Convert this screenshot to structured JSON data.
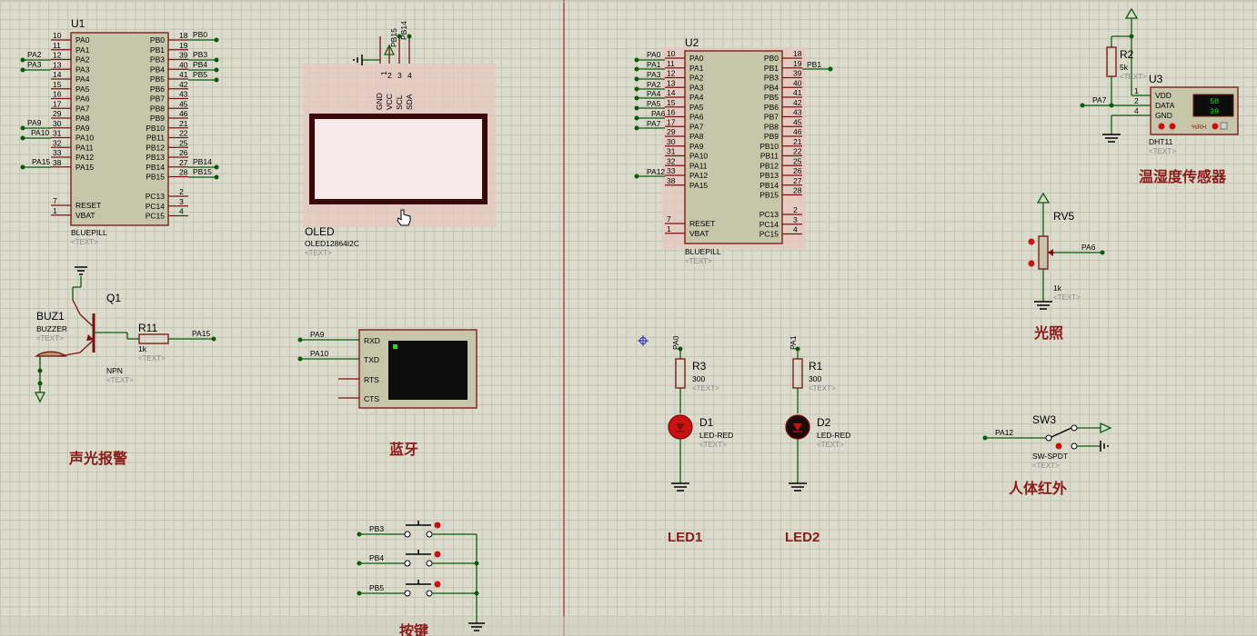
{
  "u1": {
    "ref": "U1",
    "part": "BLUEPILL",
    "text": "<TEXT>",
    "left_pins": [
      {
        "num": "10",
        "name": "PA0"
      },
      {
        "num": "11",
        "name": "PA1"
      },
      {
        "num": "12",
        "name": "PA2"
      },
      {
        "num": "13",
        "name": "PA3"
      },
      {
        "num": "14",
        "name": "PA4"
      },
      {
        "num": "15",
        "name": "PA5"
      },
      {
        "num": "16",
        "name": "PA6"
      },
      {
        "num": "17",
        "name": "PA7"
      },
      {
        "num": "29",
        "name": "PA8"
      },
      {
        "num": "30",
        "name": "PA9"
      },
      {
        "num": "31",
        "name": "PA10"
      },
      {
        "num": "32",
        "name": "PA11"
      },
      {
        "num": "33",
        "name": "PA12"
      },
      {
        "num": "38",
        "name": "PA15"
      }
    ],
    "left_bottom": [
      {
        "num": "7",
        "name": "RESET"
      },
      {
        "num": "1",
        "name": "VBAT"
      }
    ],
    "right_pins": [
      {
        "num": "18",
        "name": "PB0"
      },
      {
        "num": "19",
        "name": "PB1"
      },
      {
        "num": "39",
        "name": "PB3"
      },
      {
        "num": "40",
        "name": "PB4"
      },
      {
        "num": "41",
        "name": "PB5"
      },
      {
        "num": "42",
        "name": "PB6"
      },
      {
        "num": "43",
        "name": "PB7"
      },
      {
        "num": "45",
        "name": "PB8"
      },
      {
        "num": "46",
        "name": "PB9"
      },
      {
        "num": "21",
        "name": "PB10"
      },
      {
        "num": "22",
        "name": "PB11"
      },
      {
        "num": "25",
        "name": "PB12"
      },
      {
        "num": "26",
        "name": "PB13"
      },
      {
        "num": "27",
        "name": "PB14"
      },
      {
        "num": "28",
        "name": "PB15"
      }
    ],
    "right_bottom": [
      {
        "num": "2",
        "name": "PC13"
      },
      {
        "num": "3",
        "name": "PC14"
      },
      {
        "num": "4",
        "name": "PC15"
      }
    ],
    "nets": {
      "pb0": "PB0",
      "pa2": "PA2",
      "pa3": "PA3",
      "pb3": "PB3",
      "pb4": "PB4",
      "pb5": "PB5",
      "pa9": "PA9",
      "pa10": "PA10",
      "pa15": "PA15",
      "pb14": "PB14",
      "pb15": "PB15"
    }
  },
  "u2": {
    "ref": "U2",
    "part": "BLUEPILL",
    "text": "<TEXT>",
    "left_pins": [
      {
        "num": "10",
        "name": "PA0"
      },
      {
        "num": "11",
        "name": "PA1"
      },
      {
        "num": "12",
        "name": "PA2"
      },
      {
        "num": "13",
        "name": "PA3"
      },
      {
        "num": "14",
        "name": "PA4"
      },
      {
        "num": "15",
        "name": "PA5"
      },
      {
        "num": "16",
        "name": "PA6"
      },
      {
        "num": "17",
        "name": "PA7"
      },
      {
        "num": "29",
        "name": "PA8"
      },
      {
        "num": "30",
        "name": "PA9"
      },
      {
        "num": "31",
        "name": "PA10"
      },
      {
        "num": "32",
        "name": "PA11"
      },
      {
        "num": "33",
        "name": "PA12"
      },
      {
        "num": "38",
        "name": "PA15"
      }
    ],
    "left_bottom": [
      {
        "num": "7",
        "name": "RESET"
      },
      {
        "num": "1",
        "name": "VBAT"
      }
    ],
    "right_pins": [
      {
        "num": "18",
        "name": "PB0"
      },
      {
        "num": "19",
        "name": "PB1"
      },
      {
        "num": "39",
        "name": "PB3"
      },
      {
        "num": "40",
        "name": "PB4"
      },
      {
        "num": "41",
        "name": "PB5"
      },
      {
        "num": "42",
        "name": "PB6"
      },
      {
        "num": "43",
        "name": "PB7"
      },
      {
        "num": "45",
        "name": "PB8"
      },
      {
        "num": "46",
        "name": "PB9"
      },
      {
        "num": "21",
        "name": "PB10"
      },
      {
        "num": "22",
        "name": "PB11"
      },
      {
        "num": "25",
        "name": "PB12"
      },
      {
        "num": "26",
        "name": "PB13"
      },
      {
        "num": "27",
        "name": "PB14"
      },
      {
        "num": "28",
        "name": "PB15"
      }
    ],
    "right_bottom": [
      {
        "num": "2",
        "name": "PC13"
      },
      {
        "num": "3",
        "name": "PC14"
      },
      {
        "num": "4",
        "name": "PC15"
      }
    ],
    "nets": {
      "pa0": "PA0",
      "pa1": "PA1",
      "pa3": "PA3",
      "pa2": "PA2",
      "pa4": "PA4",
      "pa5": "PA5",
      "pa6": "PA6",
      "pa7": "PA7",
      "pa12": "PA12",
      "pb1": "PB1"
    }
  },
  "oled": {
    "ref": "OLED",
    "part": "OLED12864I2C",
    "text": "<TEXT>",
    "pins": [
      {
        "num": "1",
        "name": "GND"
      },
      {
        "num": "2",
        "name": "VCC"
      },
      {
        "num": "3",
        "name": "SCL"
      },
      {
        "num": "4",
        "name": "SDA"
      }
    ],
    "nets": {
      "pb15": "PB15",
      "pb14": "PB14"
    }
  },
  "buzzer": {
    "buz_ref": "BUZ1",
    "buz_part": "BUZZER",
    "buz_text": "<TEXT>",
    "q_ref": "Q1",
    "q_part": "NPN",
    "q_text": "<TEXT>",
    "r_ref": "R11",
    "r_val": "1k",
    "r_text": "<TEXT>",
    "net": "PA15",
    "label": "声光报警"
  },
  "bluetooth": {
    "pins": [
      "RXD",
      "TXD",
      "RTS",
      "CTS"
    ],
    "nets": {
      "pa9": "PA9",
      "pa10": "PA10"
    },
    "label": "蓝牙"
  },
  "buttons": {
    "nets": [
      "PB3",
      "PB4",
      "PB5"
    ],
    "label": "按键"
  },
  "dht": {
    "r_ref": "R2",
    "r_val": "5k",
    "r_text": "<TEXT>",
    "u_ref": "U3",
    "u_part": "DHT11",
    "u_text": "<TEXT>",
    "pins": [
      {
        "num": "1",
        "name": "VDD"
      },
      {
        "num": "2",
        "name": "DATA"
      },
      {
        "num": "4",
        "name": "GND"
      }
    ],
    "display": {
      "top": "58",
      "bottom": "39",
      "unit": "%RH"
    },
    "net": "PA7",
    "label": "温湿度传感器"
  },
  "light": {
    "ref": "RV5",
    "val": "1k",
    "text": "<TEXT>",
    "net": "PA6",
    "label": "光照"
  },
  "switch": {
    "ref": "SW3",
    "part": "SW-SPDT",
    "text": "<TEXT>",
    "net": "PA12",
    "label": "人体红外"
  },
  "led1": {
    "net": "PA0",
    "r_ref": "R3",
    "r_val": "300",
    "r_text": "<TEXT>",
    "d_ref": "D1",
    "d_part": "LED-RED",
    "d_text": "<TEXT>",
    "label": "LED1"
  },
  "led2": {
    "net": "PA1",
    "r_ref": "R1",
    "r_val": "300",
    "r_text": "<TEXT>",
    "d_ref": "D2",
    "d_part": "LED-RED",
    "d_text": "<TEXT>",
    "label": "LED2"
  },
  "colors": {
    "background": "#dcdccd",
    "grid": "#c3c3b4",
    "wire": "#0c5a0c",
    "body": "#c6c6aa",
    "outline": "#7a1010",
    "label": "#8b1a1a",
    "led": "#cc1111"
  }
}
